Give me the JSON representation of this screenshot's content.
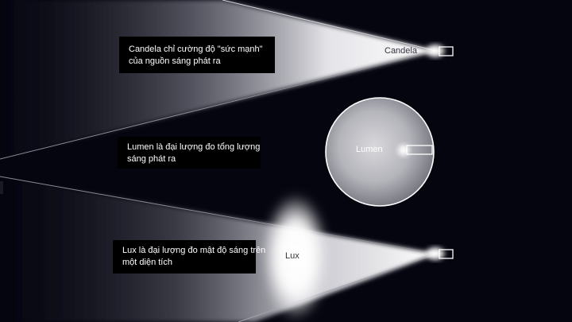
{
  "captions": {
    "candela": {
      "line1": "Candela chỉ cường độ \"sức mạnh\"",
      "line2": "của nguồn sáng phát ra"
    },
    "lumen": {
      "line1": "Lumen là đại lượng đo tổng lượng",
      "line2": "sáng phát ra"
    },
    "lux": {
      "line1": "Lux là đại lượng đo mật độ sáng trên",
      "line2": "một diện tích"
    }
  },
  "labels": {
    "candela": "Candela",
    "lumen": "Lumen",
    "lux": "Lux"
  },
  "colors": {
    "background": "#050510",
    "beam": "#ffffff",
    "caption_bg": "#000000"
  }
}
